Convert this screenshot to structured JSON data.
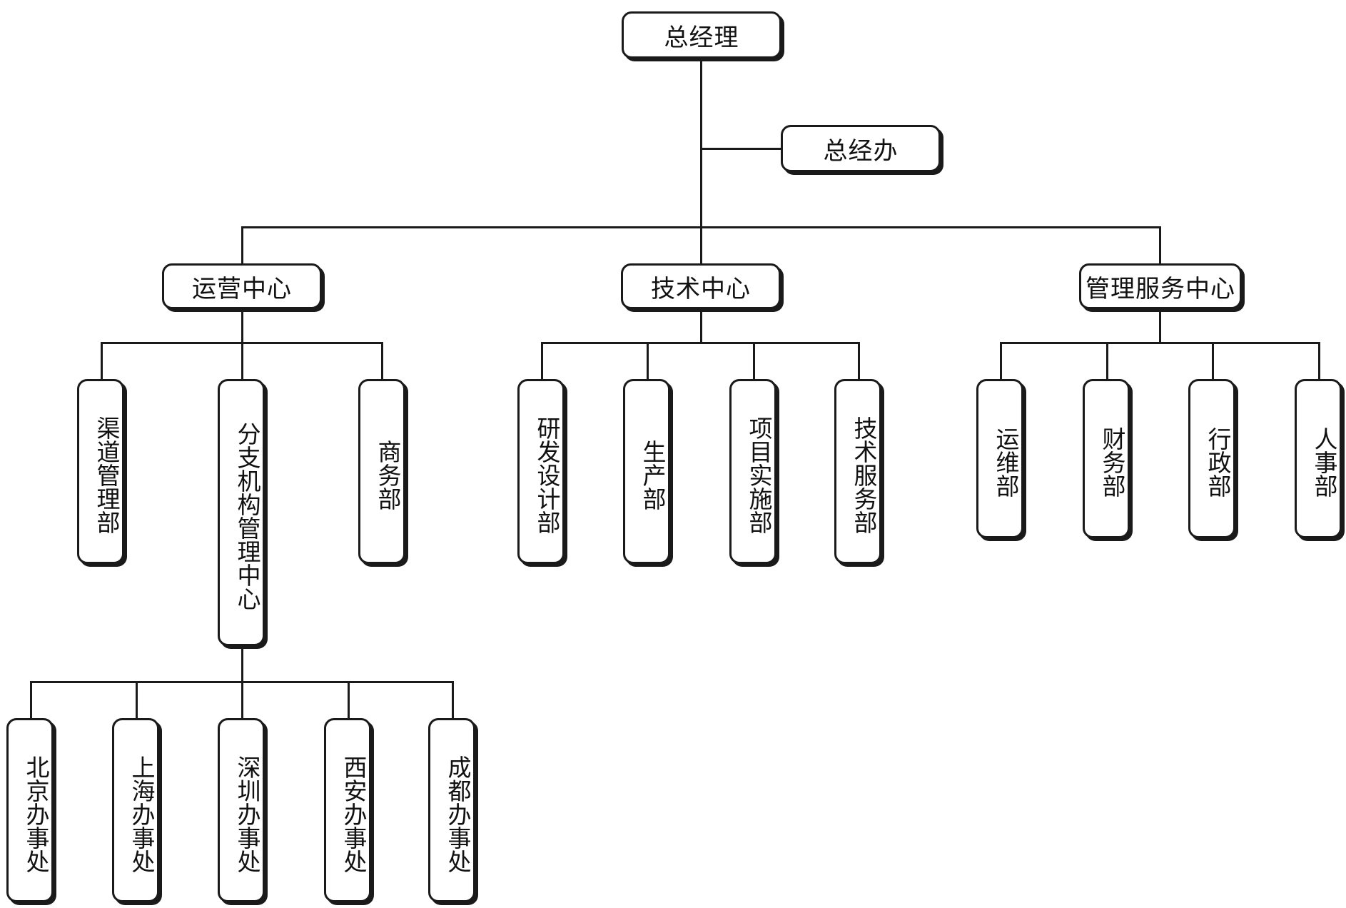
{
  "top": {
    "ceo": "总经理",
    "office": "总经办"
  },
  "centers": {
    "operations": "运营中心",
    "technology": "技术中心",
    "management": "管理服务中心"
  },
  "operations_depts": {
    "channel": "渠道管理部",
    "branch": "分支机构管理中心",
    "business": "商务部"
  },
  "technology_depts": {
    "rnd": "研发设计部",
    "production": "生产部",
    "project": "项目实施部",
    "tech_service": "技术服务部"
  },
  "management_depts": {
    "ops_maint": "运维部",
    "finance": "财务部",
    "admin": "行政部",
    "hr": "人事部"
  },
  "offices": {
    "beijing": "北京办事处",
    "shanghai": "上海办事处",
    "shenzhen": "深圳办事处",
    "xian": "西安办事处",
    "chengdu": "成都办事处"
  }
}
